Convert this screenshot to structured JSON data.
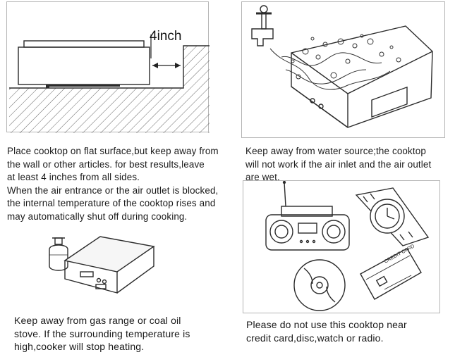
{
  "panel_clearance": {
    "dimension_label": "4inch",
    "caption": "Place cooktop on flat surface,but keep away from\nthe wall or other articles. for best results,leave\nat least 4 inches from all sides.\nWhen the air entrance or the air outlet is blocked,\nthe internal temperature of the cooktop rises and\nmay automatically shut off during cooking."
  },
  "panel_water": {
    "caption": "Keep away from water source;the cooktop\nwill not work if the air inlet and the air outlet\nare wet."
  },
  "panel_gas": {
    "caption": "Keep away from gas range or coal oil\nstove. If the surrounding temperature is\nhigh,cooker will stop heating."
  },
  "panel_devices": {
    "caption": "Please do not use this cooktop near\ncredit card,disc,watch or radio.",
    "card_text": "CREDIT CARD"
  }
}
